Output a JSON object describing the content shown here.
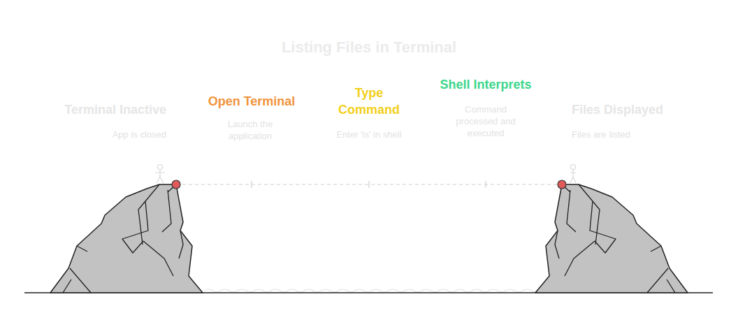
{
  "diagram": {
    "title": "Listing Files in Terminal",
    "labels": [
      "Terminal Inactive",
      "App is closed",
      "Open Terminal",
      "Launch the application",
      "Type Command",
      "Enter 'ls' in shell",
      "Shell Interprets",
      "Command processed and executed",
      "Files Displayed",
      "Files are listed"
    ]
  }
}
